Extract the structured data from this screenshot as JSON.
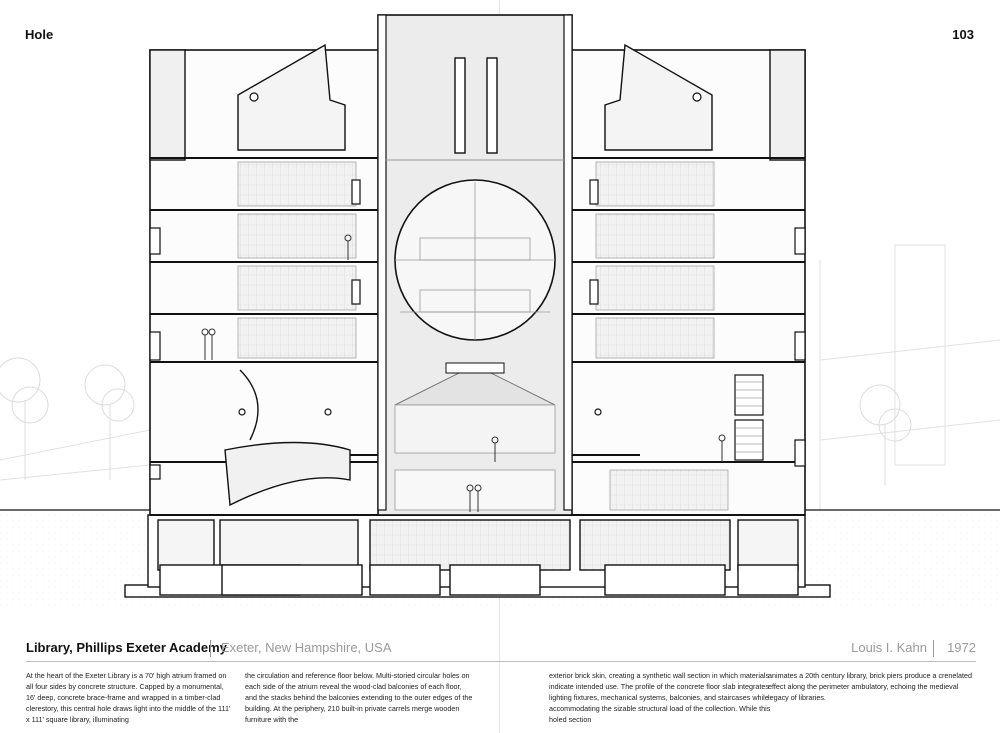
{
  "header": {
    "section": "Hole",
    "page_number": "103"
  },
  "caption": {
    "title": "Library, Phillips Exeter Academy",
    "location": "Exeter, New Hampshire, USA",
    "architect": "Louis I. Kahn",
    "year": "1972"
  },
  "body_columns": [
    "At the heart of the Exeter Library is a 70' high atrium framed on all four sides by concrete structure. Capped by a monumental, 16' deep, concrete brace-frame and wrapped in a timber-clad clerestory, this central hole draws light into the middle of the 111' x 111' square library, illuminating",
    "the circulation and reference floor below. Multi-storied circular holes on each side of the atrium reveal the wood-clad balconies of each floor, and the stacks behind the balconies extending to the outer edges of the building. At the periphery, 210 built-in private carrels merge wooden furniture with the",
    "exterior brick skin, creating a synthetic wall section in which materials indicate intended use. The profile of the concrete floor slab integrates lighting fixtures, mechanical systems, balconies, and staircases while accommodating the sizable structural load of the collection. While this holed section",
    "animates a 20th century library, brick piers produce a crenelated effect along the perimeter ambulatory, echoing the medieval legacy of libraries."
  ]
}
